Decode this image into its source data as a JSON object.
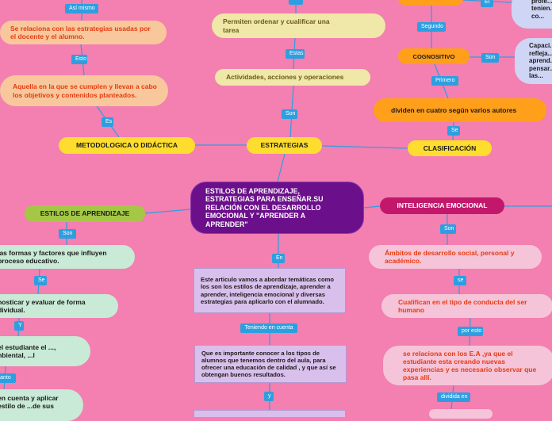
{
  "colors": {
    "background": "#f47fb1",
    "connector": "#2d9fe0",
    "root": "#6b0f8a",
    "yellow": "#ffdd2e",
    "cream": "#efe8a8",
    "peach": "#f8c89c",
    "mint": "#c8ead6",
    "olive": "#a4c845",
    "orange": "#ff9f1a",
    "lavender": "#d9c0ec",
    "lilac": "#cfd5f4",
    "lightpink": "#f6c4d8"
  },
  "nodes": {
    "root": "ESTILOS DE APRENDIZAJE, ESTRATEGIAS PARA ENSEÑAR.SU RELACIÓN CON EL DESARROLLO EMOCIONAL Y \"APRENDER A APRENDER\"",
    "estrategias": "ESTRATEGIAS",
    "actividades": "Actividades, acciones y operaciones",
    "permiten": "Permiten ordenar y cualificar una tarea",
    "metodologica": "METODOLOGICA  O DIDÁCTICA",
    "aquella": "Aquella en la que se cumplen y llevan a cabo los objetivos y contenidos planteados.",
    "serelaciona": "Se relaciona con las estrategias usadas por el docente y el alumno.",
    "clasificacion": "CLASIFICACIÓN",
    "dividen": "dividen en cuatro según varios autores",
    "cognositivo": "COGNOSITIVO",
    "capacidad": "Capaci... refleja... aprend... pensar... de las...",
    "profesores": "profe... tenien... del co...",
    "estilos": "ESTILOS DE APRENDIZAJE",
    "lasformas": "...las formas y factores que influyen ...proceso educativo.",
    "diagnosticar": "...nosticar y evaluar de forma ...dividual.",
    "estudiante": "...el estudiante el ..., ambiental, ...l",
    "encuenta": "...en cuenta y aplicar ...estilo de ...de sus",
    "articulo": "Este articulo vamos a abordar temáticas como los son los estilos de aprendizaje, aprender a aprender, inteligencia emocional y diversas estrategias para aplicarlo con el alumnado.",
    "importante": "Que es importante conocer a los tipos de alumnos que tenemos dentro del aula, para ofrecer una educación de calidad , y que así se obtengan buenos resultados.",
    "inteligencia": "INTELIGENCIA EMOCIONAL",
    "ambitos": "Ámbitos de desarrollo social, personal y académico.",
    "cualifican": "Cualifican en el tipo de conducta del ser humano",
    "serelacionaEA": "se relaciona con los E.A ,ya que el estudiante esta creando nuevas experiencias y es necesario observar que pasa allí."
  },
  "labels": {
    "asimismo": "Así mismo",
    "esto": "Esto",
    "es": "Es",
    "son1": "Son",
    "estas": "Estas",
    "se": "Se",
    "primero": "Primero",
    "segundo": "Segundo",
    "son2": "Son",
    "el": "El",
    "son3": "Son",
    "se2": "Se",
    "y1": "Y",
    "tanto": "tanto",
    "en": "En",
    "teniendo": "Teniendo en cuenta",
    "y2": "y",
    "son4": "Son",
    "se3": "se",
    "porestro": "por esto",
    "dividida": "dividida en"
  }
}
